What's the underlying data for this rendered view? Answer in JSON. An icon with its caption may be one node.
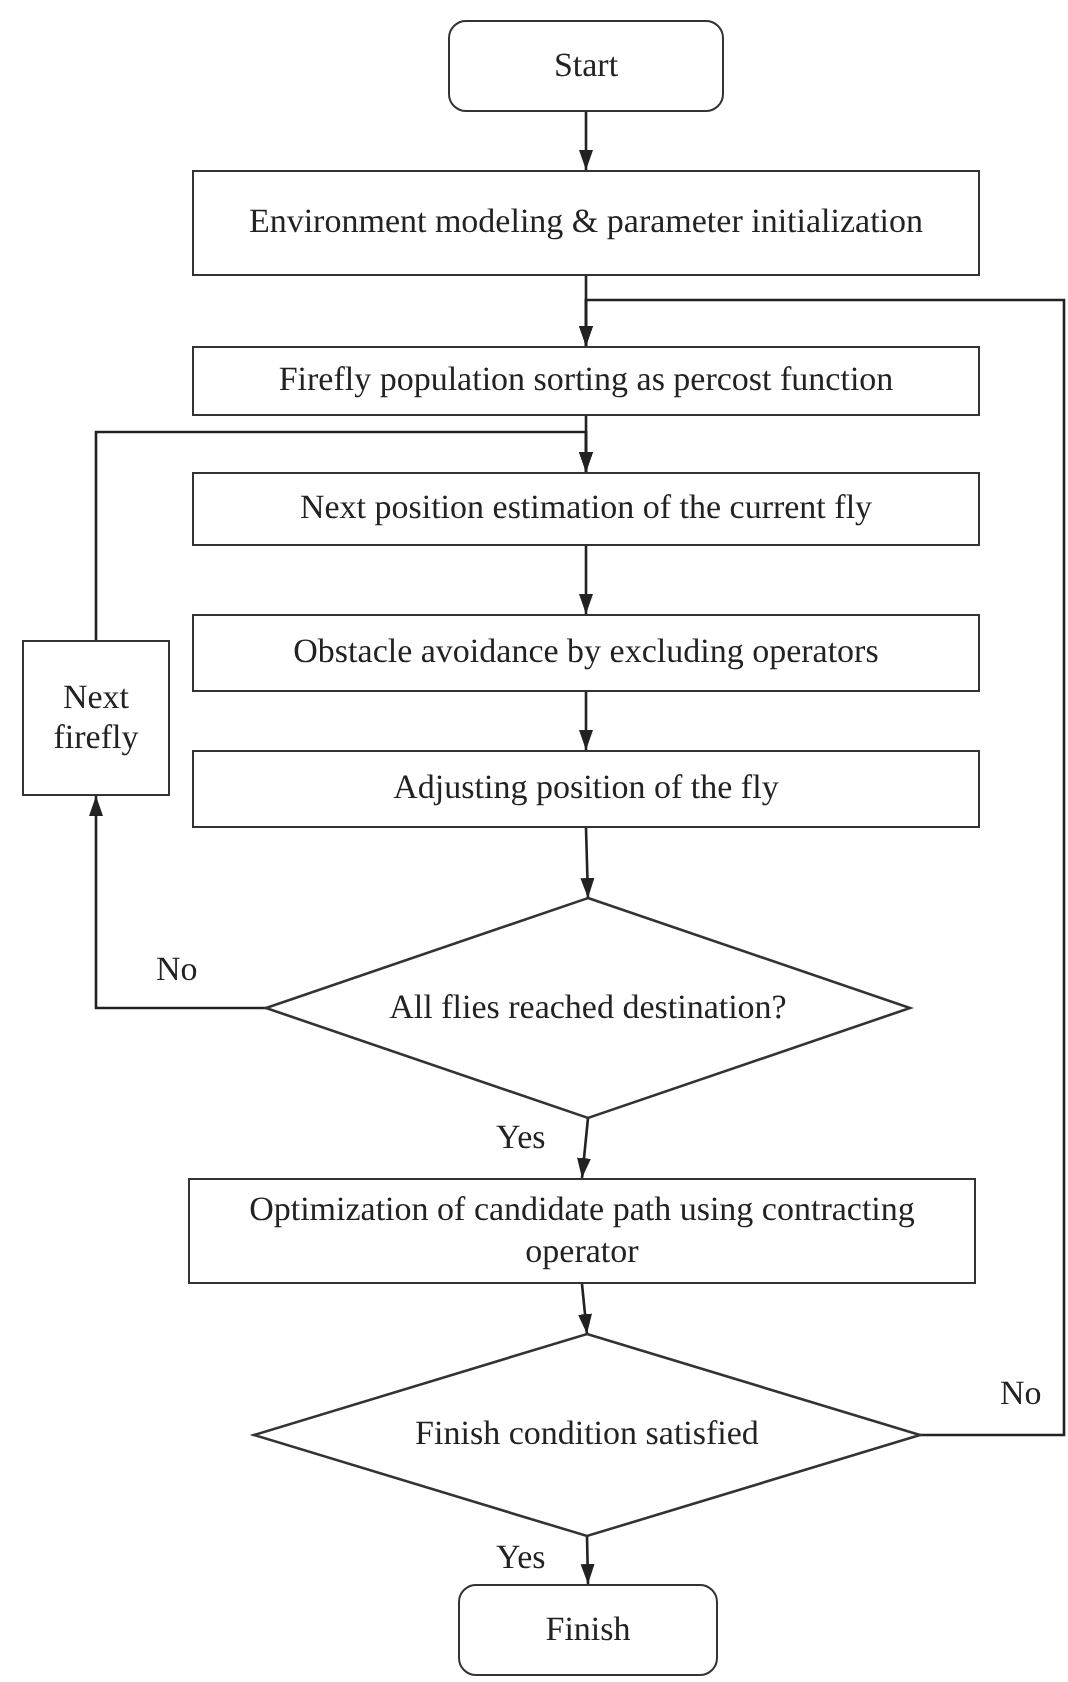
{
  "diagram": {
    "nodes": [
      {
        "text": [
          "Start"
        ]
      },
      {
        "text": [
          "Environment modeling & parameter initialization"
        ]
      },
      {
        "text": [
          "Firefly population sorting as percost function"
        ]
      },
      {
        "text": [
          "Next position estimation of the current fly"
        ]
      },
      {
        "text": [
          "Obstacle avoidance by excluding operators"
        ]
      },
      {
        "text": [
          "Next firefly"
        ]
      },
      {
        "text": [
          "Adjusting position of the fly"
        ]
      },
      {
        "text": [
          "All flies reached destination?"
        ]
      },
      {
        "text": [
          "Optimization of candidate path using contracting operator"
        ]
      },
      {
        "text": [
          "Finish condition satisfied"
        ]
      },
      {
        "text": [
          "Finish"
        ]
      }
    ],
    "edges": [
      {
        "from": 0,
        "to": 1,
        "arrow": "to"
      },
      {
        "from": 1,
        "to": 2,
        "arrow": "to"
      },
      {
        "from": 9,
        "to": 2,
        "arrow": "to",
        "label": "No"
      },
      {
        "from": 2,
        "to": 3,
        "arrow": "to"
      },
      {
        "from": 3,
        "to": 4,
        "arrow": "to"
      },
      {
        "from": 4,
        "to": 6,
        "arrow": "to"
      },
      {
        "from": 6,
        "to": 7,
        "arrow": "to"
      },
      {
        "from": 7,
        "to": 5,
        "arrow": "to",
        "label": "No"
      },
      {
        "from": 5,
        "to": 3,
        "arrow": "to"
      },
      {
        "from": 7,
        "to": 8,
        "arrow": "to",
        "label": "Yes"
      },
      {
        "from": 8,
        "to": 9,
        "arrow": "to"
      },
      {
        "from": 9,
        "to": 10,
        "arrow": "to",
        "label": "Yes"
      }
    ]
  }
}
